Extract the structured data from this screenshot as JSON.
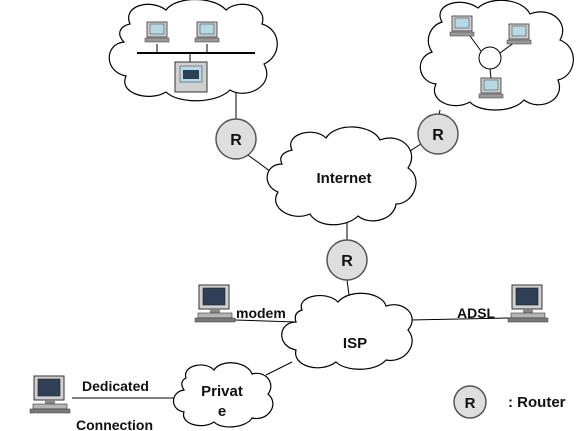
{
  "nodes": {
    "internet_label": "Internet",
    "isp_label": "ISP",
    "private_label_line1": "Privat",
    "private_label_line2": "e",
    "router_letter": "R"
  },
  "connections": {
    "modem_label": "modem",
    "adsl_label": "ADSL",
    "dedicated_line1": "Dedicated",
    "dedicated_line2": "Connection"
  },
  "legend": {
    "router_symbol": "R",
    "router_text": ": Router"
  },
  "colors": {
    "router_fill": "#dedede",
    "monitor_screen": "#b7d9e6",
    "monitor_body": "#d0d0d0"
  }
}
